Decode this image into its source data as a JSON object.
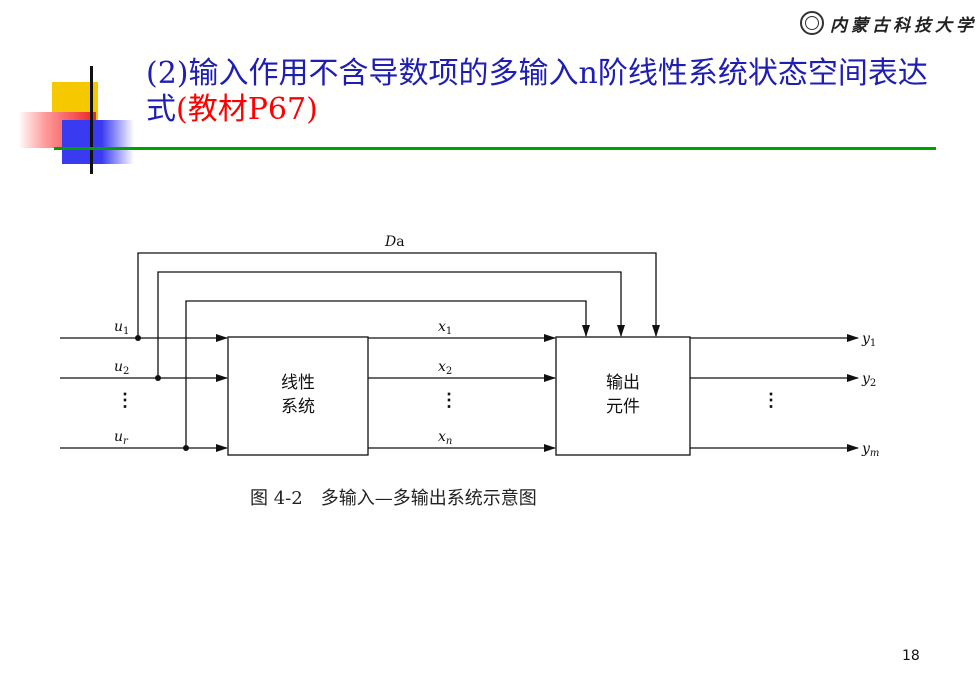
{
  "logo": {
    "name": "内蒙古科技大学"
  },
  "title": {
    "main": "(2)输入作用不含导数项的多输入n阶线性系统状态空间表达式",
    "ref": "(教材P67)"
  },
  "diagram": {
    "feedthrough": {
      "base": "D",
      "sub": "a"
    },
    "inputs": [
      {
        "base": "u",
        "sub": "1"
      },
      {
        "base": "u",
        "sub": "2"
      },
      {
        "base": "u",
        "sub": "r"
      }
    ],
    "states": [
      {
        "base": "x",
        "sub": "1"
      },
      {
        "base": "x",
        "sub": "2"
      },
      {
        "base": "x",
        "sub": "n"
      }
    ],
    "outputs": [
      {
        "base": "y",
        "sub": "1"
      },
      {
        "base": "y",
        "sub": "2"
      },
      {
        "base": "y",
        "sub": "m"
      }
    ],
    "ellipsis": "⋮",
    "block_linear": [
      "线性",
      "系统"
    ],
    "block_output": [
      "输出",
      "元件"
    ]
  },
  "caption": "图 4-2　多输入—多输出系统示意图",
  "page_number": "18"
}
